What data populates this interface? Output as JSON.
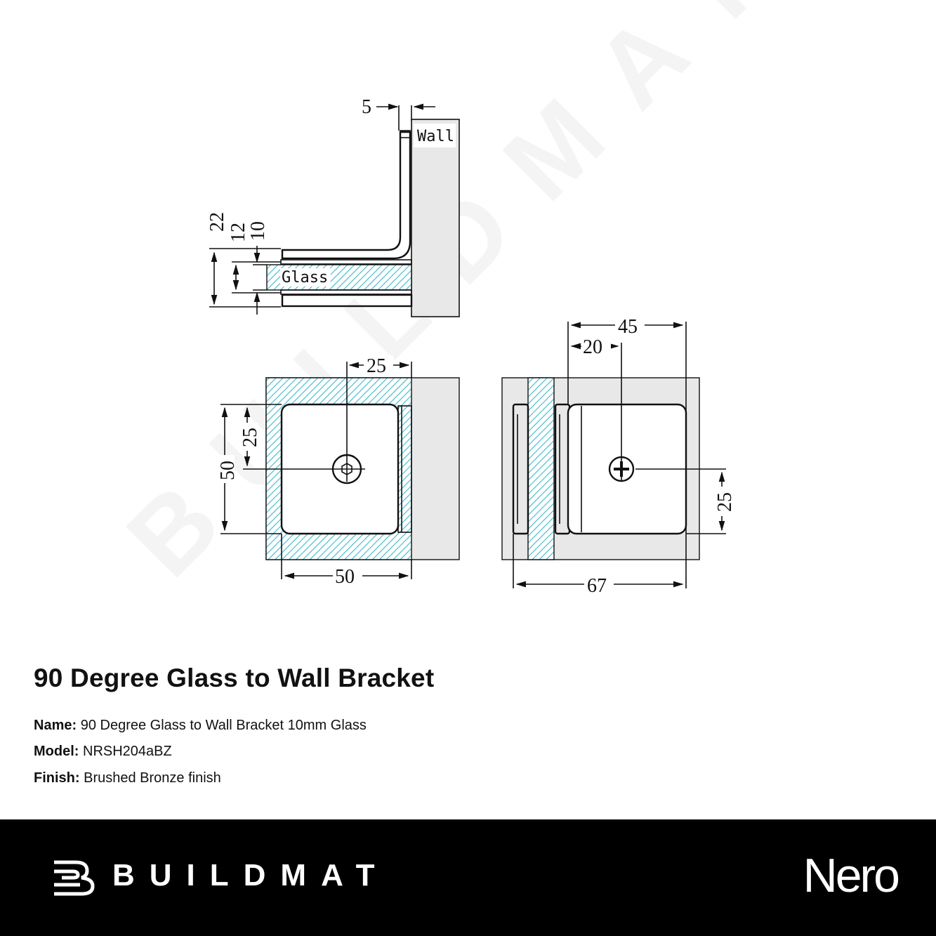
{
  "diagram": {
    "labels": {
      "wall": "Wall",
      "glass": "Glass"
    },
    "watermark": "BUILDMAT",
    "side_view_dims": {
      "top_gap": "5",
      "total": "22",
      "glass_slot": "12",
      "glass": "10"
    },
    "front_view_dims": {
      "hole_from_edge": "25",
      "height": "50",
      "hole_height": "25",
      "width": "50"
    },
    "wall_view_dims": {
      "total_depth": "45",
      "hole_offset": "20",
      "hole_height": "25",
      "overall": "67"
    },
    "colors": {
      "glass_hatch": "#3cb9c9",
      "wall_fill": "#e8e8e8",
      "line": "#111111"
    }
  },
  "product": {
    "title": "90 Degree Glass to Wall Bracket",
    "name_label": "Name:",
    "name_value": "90 Degree Glass to Wall Bracket 10mm Glass",
    "model_label": "Model:",
    "model_value": "NRSH204aBZ",
    "finish_label": "Finish:",
    "finish_value": "Brushed Bronze finish"
  },
  "footer": {
    "brand": "BUILDMAT",
    "partner": "Nero",
    "background": "#000000"
  }
}
